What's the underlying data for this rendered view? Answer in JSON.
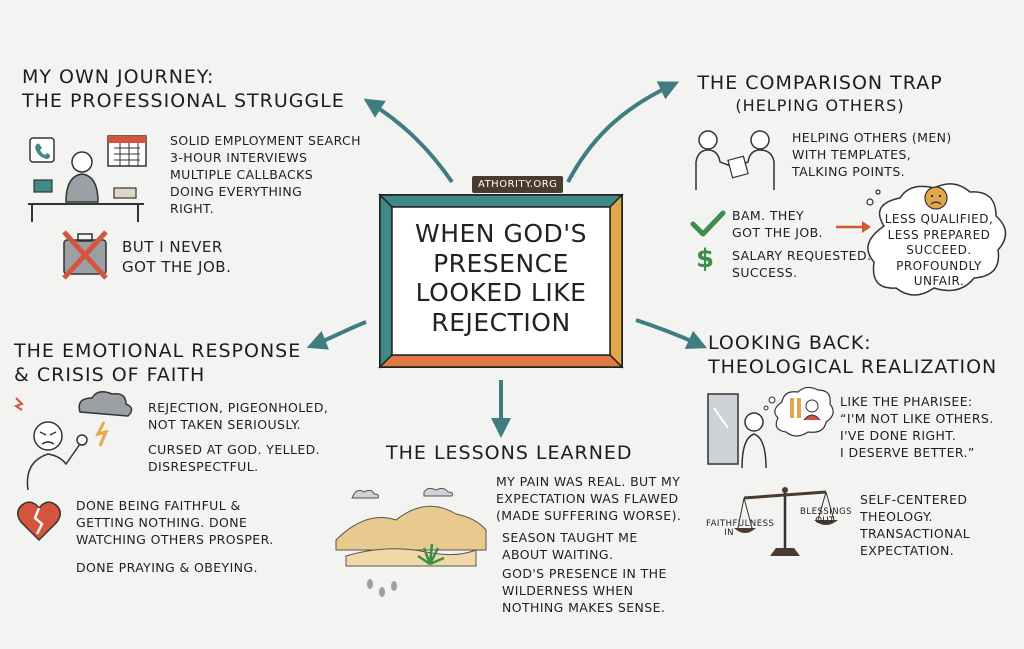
{
  "center": {
    "title_lines": [
      "WHEN GOD'S",
      "PRESENCE",
      "LOOKED LIKE",
      "REJECTION"
    ],
    "brand": "ATHORITY.ORG"
  },
  "journey": {
    "heading_lines": [
      "MY OWN JOURNEY:",
      "THE PROFESSIONAL STRUGGLE"
    ],
    "items": [
      "SOLID EMPLOYMENT SEARCH",
      "3-HOUR INTERVIEWS",
      "MULTIPLE CALLBACKS",
      "DOING EVERYTHING",
      "RIGHT."
    ],
    "result_lines": [
      "BUT I NEVER",
      "GOT THE JOB."
    ]
  },
  "comparison": {
    "heading_lines": [
      "THE COMPARISON TRAP",
      "(HELPING OTHERS)"
    ],
    "helping_lines": [
      "HELPING OTHERS (MEN)",
      "WITH TEMPLATES,",
      "TALKING POINTS."
    ],
    "bam_lines": [
      "BAM. THEY",
      "GOT THE JOB."
    ],
    "salary_lines": [
      "SALARY REQUESTED.",
      "SUCCESS."
    ],
    "thought_lines": [
      "LESS QUALIFIED,",
      "LESS PREPARED",
      "SUCCEED.",
      "PROFOUNDLY",
      "UNFAIR."
    ]
  },
  "emotional": {
    "heading_lines": [
      "THE EMOTIONAL RESPONSE",
      "& CRISIS OF FAITH"
    ],
    "rejection_lines": [
      "REJECTION, PIGEONHOLED,",
      "NOT TAKEN SERIOUSLY."
    ],
    "cursed_lines": [
      "CURSED AT GOD. YELLED.",
      "DISRESPECTFUL."
    ],
    "done_lines": [
      "DONE BEING FAITHFUL &",
      "GETTING NOTHING. DONE",
      "WATCHING OTHERS PROSPER."
    ],
    "praying": "DONE PRAYING & OBEYING."
  },
  "lessons": {
    "heading": "THE LESSONS LEARNED",
    "pain_lines": [
      "MY PAIN WAS REAL. BUT MY",
      "EXPECTATION WAS FLAWED",
      "(MADE SUFFERING WORSE)."
    ],
    "season_lines": [
      "SEASON TAUGHT ME",
      "ABOUT WAITING."
    ],
    "presence_lines": [
      "GOD'S PRESENCE IN THE",
      "WILDERNESS WHEN",
      "NOTHING MAKES SENSE."
    ]
  },
  "looking_back": {
    "heading_lines": [
      "LOOKING BACK:",
      "THEOLOGICAL REALIZATION"
    ],
    "pharisee_lines": [
      "LIKE THE PHARISEE:",
      "“I'M NOT LIKE OTHERS.",
      "I'VE DONE RIGHT.",
      "I DESERVE BETTER.”"
    ],
    "theology_lines": [
      "SELF-CENTERED",
      "THEOLOGY.",
      "TRANSACTIONAL",
      "EXPECTATION."
    ],
    "scale_left_lines": [
      "FAITHFULNESS",
      "IN"
    ],
    "scale_right_lines": [
      "BLESSINGS",
      "OUT"
    ]
  },
  "colors": {
    "arrow": "#3f7d80",
    "frame_teal": "#3f8a86",
    "frame_orange": "#e07a45",
    "frame_gold": "#e0a84a",
    "x_red": "#d4553b",
    "check_green": "#3b8f4a"
  }
}
